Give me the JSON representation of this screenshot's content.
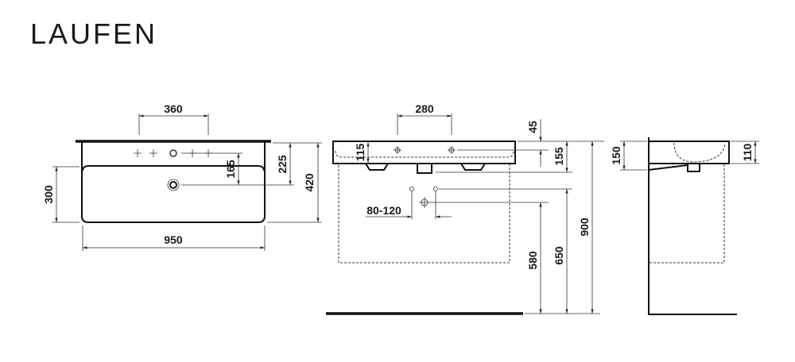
{
  "brand": {
    "logo": "LAUFEN"
  },
  "plan_view": {
    "dims": {
      "faucet_spacing": "360",
      "depth_inner": "300",
      "width": "950",
      "faucet_to_drain": "165",
      "edge_to_drain": "225",
      "depth": "420"
    }
  },
  "front_view": {
    "dims": {
      "hole_spacing": "280",
      "rim_height": "115",
      "hole_from_top": "45",
      "overflow_depth": "155",
      "supply_offset": "80-120",
      "drain_height": "580",
      "supply_height": "650",
      "top_height": "900"
    }
  },
  "side_view": {
    "dims": {
      "wall_height": "150",
      "rim_height": "110"
    }
  }
}
